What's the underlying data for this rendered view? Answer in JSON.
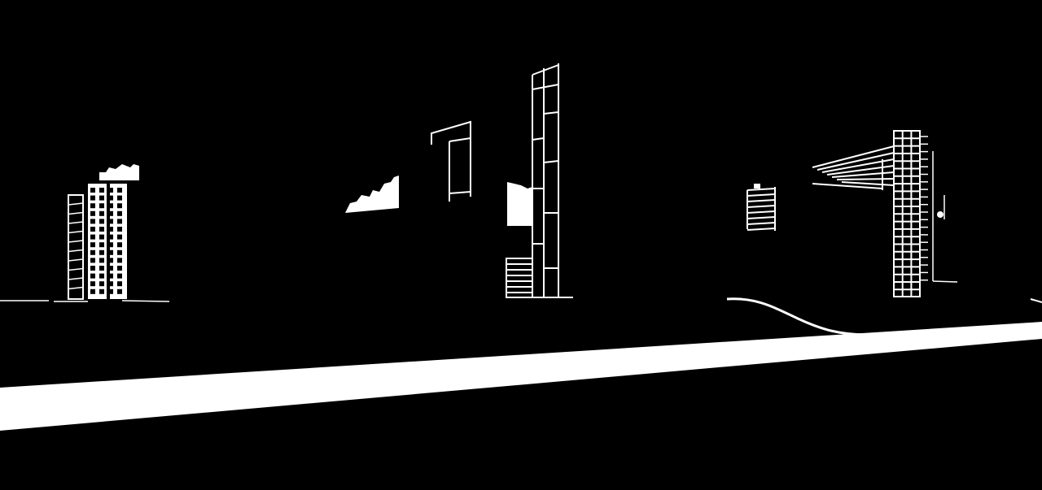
{
  "scene": {
    "background_color": "#000000",
    "line_color": "#ffffff",
    "elements": [
      "building-left",
      "window-sky-patch",
      "window-frame-outline",
      "sky-opening",
      "tall-grid-tower",
      "ladder-rails",
      "small-building",
      "grid-tower-right",
      "horizontal-bars",
      "wall-plaque",
      "curved-path",
      "road-stripe"
    ]
  }
}
